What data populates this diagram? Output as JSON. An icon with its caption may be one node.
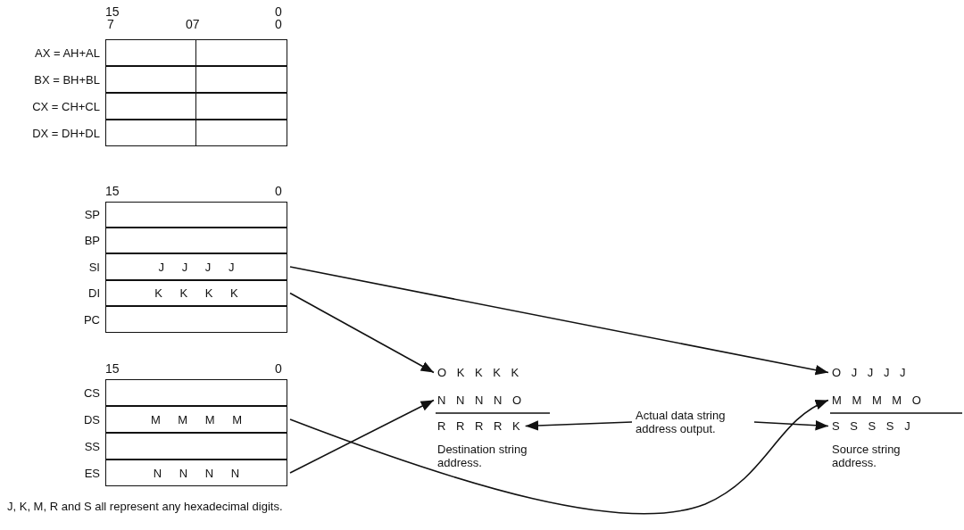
{
  "diagram": {
    "caption": "J, K, M, R and S all represent any hexadecimal digits.",
    "nodes": [
      {
        "text": [
          "AX = AH+AL"
        ]
      },
      {
        "text": [
          "BX = BH+BL"
        ]
      },
      {
        "text": [
          "CX = CH+CL"
        ]
      },
      {
        "text": [
          "DX = DH+DL"
        ]
      },
      {
        "text": [
          "SP"
        ]
      },
      {
        "text": [
          "BP"
        ]
      },
      {
        "text": [
          "SI",
          "J J J J"
        ]
      },
      {
        "text": [
          "DI",
          "K K K K"
        ]
      },
      {
        "text": [
          "PC"
        ]
      },
      {
        "text": [
          "CS"
        ]
      },
      {
        "text": [
          "DS",
          "M M M M"
        ]
      },
      {
        "text": [
          "SS"
        ]
      },
      {
        "text": [
          "ES",
          "N N N N"
        ]
      },
      {
        "text": [
          "O K K K K"
        ]
      },
      {
        "text": [
          "N N N N O"
        ]
      },
      {
        "text": [
          "R R R R K"
        ]
      },
      {
        "text": [
          "O J J J J"
        ]
      },
      {
        "text": [
          "M M M M O"
        ]
      },
      {
        "text": [
          "S S S S J"
        ]
      },
      {
        "text": [
          "Actual data string address output."
        ]
      }
    ],
    "edges": [
      {
        "from": 6,
        "to": 16,
        "arrow": "to"
      },
      {
        "from": 7,
        "to": 13,
        "arrow": "to"
      },
      {
        "from": 10,
        "to": 17,
        "arrow": "to"
      },
      {
        "from": 12,
        "to": 14,
        "arrow": "to"
      },
      {
        "from": 19,
        "to": 15,
        "arrow": "to"
      },
      {
        "from": 19,
        "to": 18,
        "arrow": "to"
      }
    ],
    "labels": [
      "15",
      "0",
      "7",
      "07",
      "0",
      "15",
      "0",
      "15",
      "0",
      "Destination string address.",
      "Source string address."
    ]
  }
}
